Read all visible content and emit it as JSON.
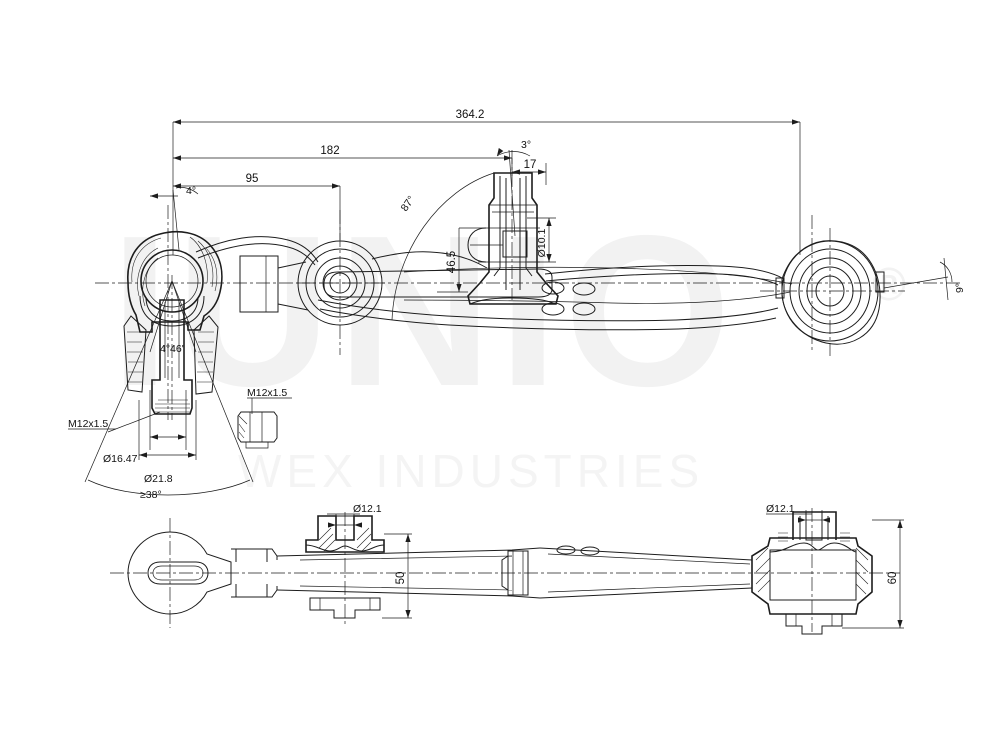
{
  "document": {
    "type": "engineering-drawing",
    "subject": "suspension control arm with ball joint",
    "background_color": "#ffffff",
    "line_color": "#1d1d1d"
  },
  "watermark": {
    "primary_text": "IUNIO",
    "registered_mark": "®",
    "secondary_text": "WEX INDUSTRIES",
    "color": "#f2f2f2"
  },
  "views": {
    "main": {
      "name": "front-elevation-view"
    },
    "bottom": {
      "name": "plan-view"
    }
  },
  "dimensions": {
    "overall_length": "364.2",
    "mid_length": "182",
    "short_length": "95",
    "left_angle": "4°",
    "bracket_angle": "3°",
    "bracket_width": "17",
    "arc_angle": "87°",
    "height_46_5": "46.5",
    "bracket_bore": "Ø10.1",
    "ball_stud_angle": "4°46'",
    "thread_left": "M12x1.5",
    "thread_nut": "M12x1.5",
    "bore_16_47": "Ø16.47",
    "bore_21_8": "Ø21.8",
    "swing_angle": "≥38°",
    "right_angle": "9°",
    "plan_bore_left": "Ø12.1",
    "plan_bore_right": "Ø12.1",
    "plan_width_50": "50",
    "plan_width_60": "60"
  },
  "callouts": [
    {
      "id": "overall-length",
      "label": "364.2"
    },
    {
      "id": "mid-length",
      "label": "182"
    },
    {
      "id": "short-length",
      "label": "95"
    },
    {
      "id": "left-angle",
      "label": "4°"
    },
    {
      "id": "bracket-angle",
      "label": "3°"
    },
    {
      "id": "bracket-width",
      "label": "17"
    },
    {
      "id": "arc-angle",
      "label": "87°"
    },
    {
      "id": "height",
      "label": "46.5"
    },
    {
      "id": "bracket-bore",
      "label": "Ø10.1"
    },
    {
      "id": "stud-angle",
      "label": "4°46'"
    },
    {
      "id": "thread-left",
      "label": "M12x1.5"
    },
    {
      "id": "thread-nut",
      "label": "M12x1.5"
    },
    {
      "id": "bore-16",
      "label": "Ø16.47"
    },
    {
      "id": "bore-21",
      "label": "Ø21.8"
    },
    {
      "id": "swing-angle",
      "label": "≥38°"
    },
    {
      "id": "right-angle",
      "label": "9°"
    },
    {
      "id": "plan-bore-left",
      "label": "Ø12.1"
    },
    {
      "id": "plan-bore-right",
      "label": "Ø12.1"
    },
    {
      "id": "plan-50",
      "label": "50"
    },
    {
      "id": "plan-60",
      "label": "60"
    }
  ]
}
